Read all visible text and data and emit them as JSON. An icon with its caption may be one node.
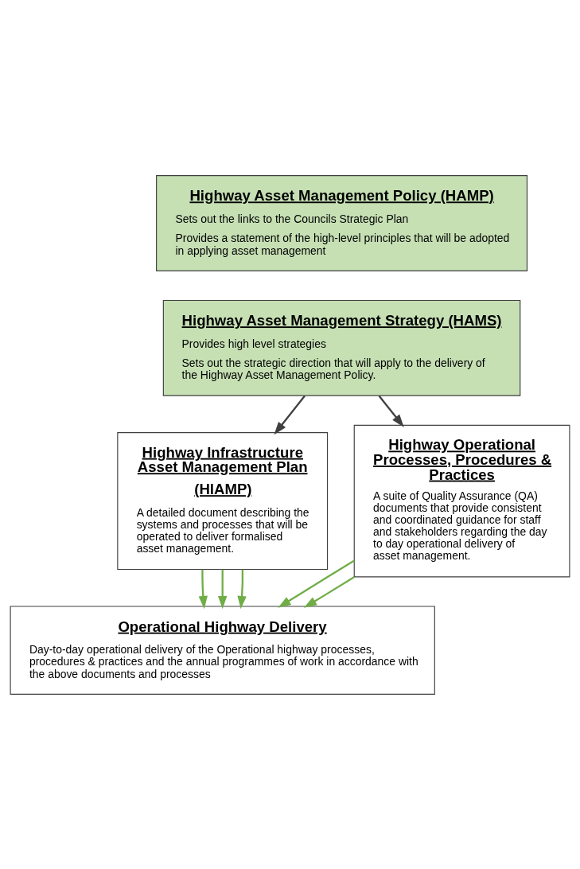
{
  "diagram": {
    "nodes": [
      {
        "text": [
          "Highway Asset Management Policy (HAMP)",
          "Sets out the links to the Councils Strategic Plan",
          "Provides a statement of the high-level principles that will be adopted in applying asset management"
        ]
      },
      {
        "text": [
          "Highway Asset Management Strategy (HAMS)",
          "Provides high level strategies",
          "Sets out the strategic direction that will apply to the delivery of the Highway Asset Management Policy."
        ]
      },
      {
        "text": [
          "Highway Infrastructure Asset Management Plan",
          "(HIAMP)",
          "A detailed document describing the systems and processes that will be operated to deliver formalised asset management."
        ]
      },
      {
        "text": [
          "Highway Operational Processes, Procedures & Practices",
          "A suite of Quality Assurance (QA) documents that provide consistent and coordinated guidance for staff and stakeholders regarding the day to day operational delivery of asset management."
        ]
      },
      {
        "text": [
          "Operational Highway Delivery",
          "Day-to-day operational delivery of the Operational highway processes, procedures & practices and the annual programmes of work in accordance with the above documents and processes"
        ]
      }
    ],
    "edges": [
      {
        "from": 1,
        "to": 2,
        "arrow": "to",
        "color": "#404040"
      },
      {
        "from": 1,
        "to": 3,
        "arrow": "to",
        "color": "#404040"
      },
      {
        "from": 2,
        "to": 4,
        "arrow": "to"
      },
      {
        "from": 2,
        "to": 4,
        "arrow": "to"
      },
      {
        "from": 2,
        "to": 4,
        "arrow": "to"
      },
      {
        "from": 3,
        "to": 4,
        "arrow": "to"
      },
      {
        "from": 3,
        "to": 4,
        "arrow": "to"
      }
    ]
  }
}
